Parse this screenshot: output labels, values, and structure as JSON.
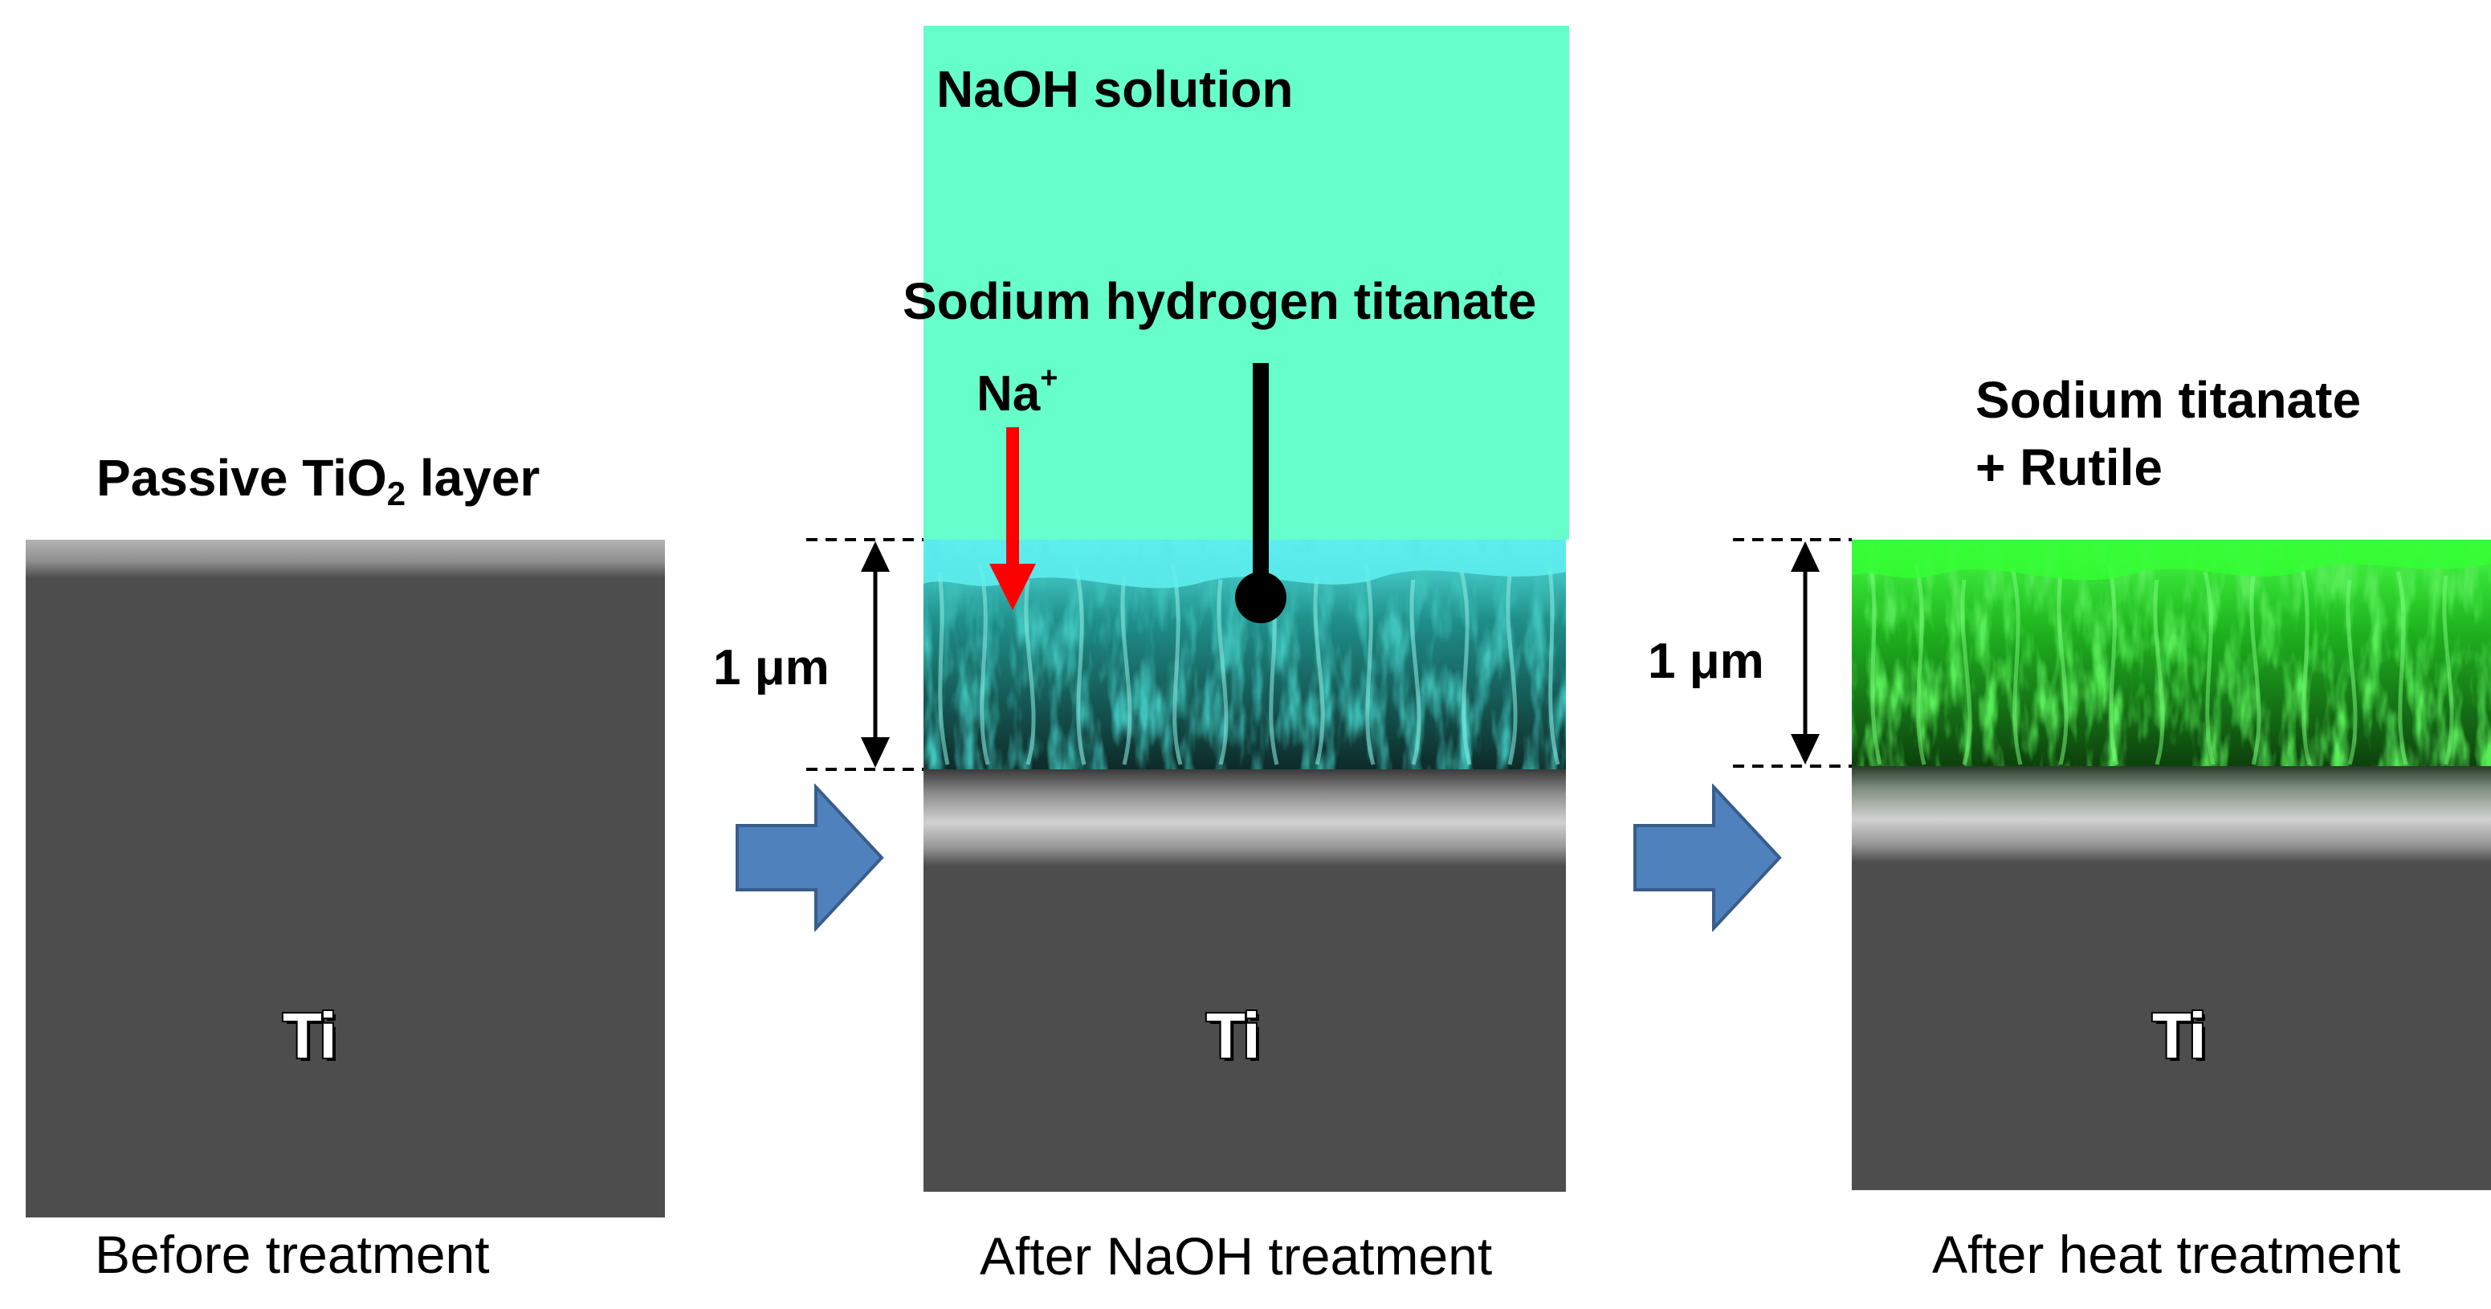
{
  "labels": {
    "naoh_solution": "NaOH solution",
    "sodium_hydrogen_titanate": "Sodium hydrogen titanate",
    "na_ion": "Na",
    "na_charge": "+",
    "passive_prefix": "Passive TiO",
    "passive_subscript": "2",
    "passive_suffix": " layer",
    "sodium_titanate_line1": "Sodium titanate",
    "sodium_titanate_line2": "+ Rutile",
    "thickness_1": "1 μm",
    "thickness_2": "1 μm",
    "ti_1": "Ti",
    "ti_2": "Ti",
    "ti_3": "Ti"
  },
  "captions": {
    "before": "Before treatment",
    "after_naoh": "After NaOH treatment",
    "after_heat": "After heat treatment"
  },
  "colors": {
    "naoh_solution": "#66ffcc",
    "titanium": "#4d4d4d",
    "hydrogen_titanate_layer": "#33cccc",
    "sodium_titanate_layer": "#22ee22",
    "process_arrow": "#4f81bd",
    "na_arrow": "#ff0000"
  }
}
